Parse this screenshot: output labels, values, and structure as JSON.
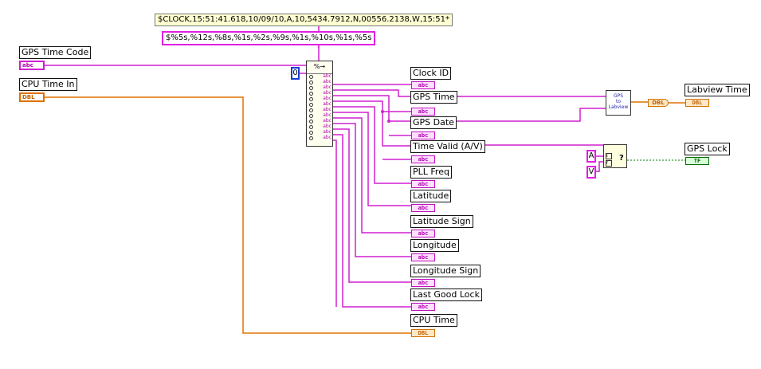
{
  "constants": {
    "input_string": "$CLOCK,15:51:41.618,10/09/10,A,10,5434.7912,N,00556.2138,W,15:51*",
    "format_string": "$%5s,%12s,%8s,%1s,%2s,%9s,%1s,%10s,%1s,%5s",
    "offset": "0",
    "select_true": "A",
    "select_false": "V"
  },
  "controls": {
    "gps_time_code": "GPS Time Code",
    "cpu_time_in": "CPU Time In"
  },
  "indicators": [
    "Clock ID",
    "GPS Time",
    "GPS Date",
    "Time Valid (A/V)",
    "PLL Freq",
    "Latitude",
    "Latitude Sign",
    "Longitude",
    "Longitude Sign",
    "Last Good Lock",
    "CPU Time"
  ],
  "right_indicators": {
    "labview_time": "Labview Time",
    "gps_lock": "GPS Lock"
  },
  "subvi_text": [
    "GPS",
    "to",
    "Labview"
  ],
  "terminal_types": {
    "string": "abc",
    "double": "DBL",
    "boolean": "TF"
  },
  "scan_node": {
    "header": "%→",
    "rows": 10
  },
  "select_node": {
    "t": "t",
    "f": "f",
    "q": "?"
  },
  "colors": {
    "string_wire": "#d020d0",
    "double_wire": "#e07000",
    "boolean_wire": "#008000",
    "numeric_blue": "#1a3cd8"
  }
}
